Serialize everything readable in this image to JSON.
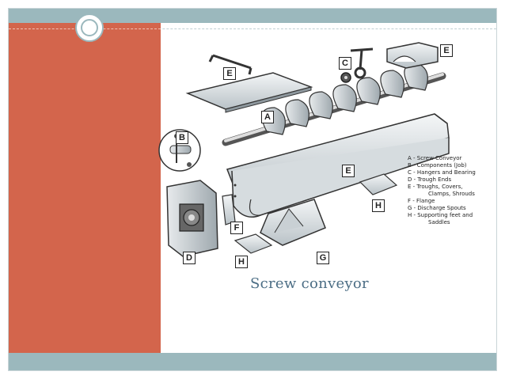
{
  "slide": {
    "caption": "Screw conveyor",
    "colors": {
      "bar": "#9bb8bd",
      "panel": "#d3654c",
      "caption": "#4c6e85"
    }
  },
  "figure": {
    "part_tags": {
      "A": "A",
      "B": "B",
      "C": "C",
      "D": "D",
      "E_top": "E",
      "E_cover": "E",
      "E_trough": "E",
      "F": "F",
      "G": "G",
      "H_right": "H",
      "H_bottom": "H"
    },
    "legend": [
      "A - Screw Conveyor",
      "B - Components (Job)",
      "C - Hangers and Bearing",
      "D - Trough Ends",
      "E - Troughs, Covers,",
      "Clamps, Shrouds",
      "F - Flange",
      "G - Discharge Spouts",
      "H - Supporting feet and",
      "Saddles"
    ]
  }
}
